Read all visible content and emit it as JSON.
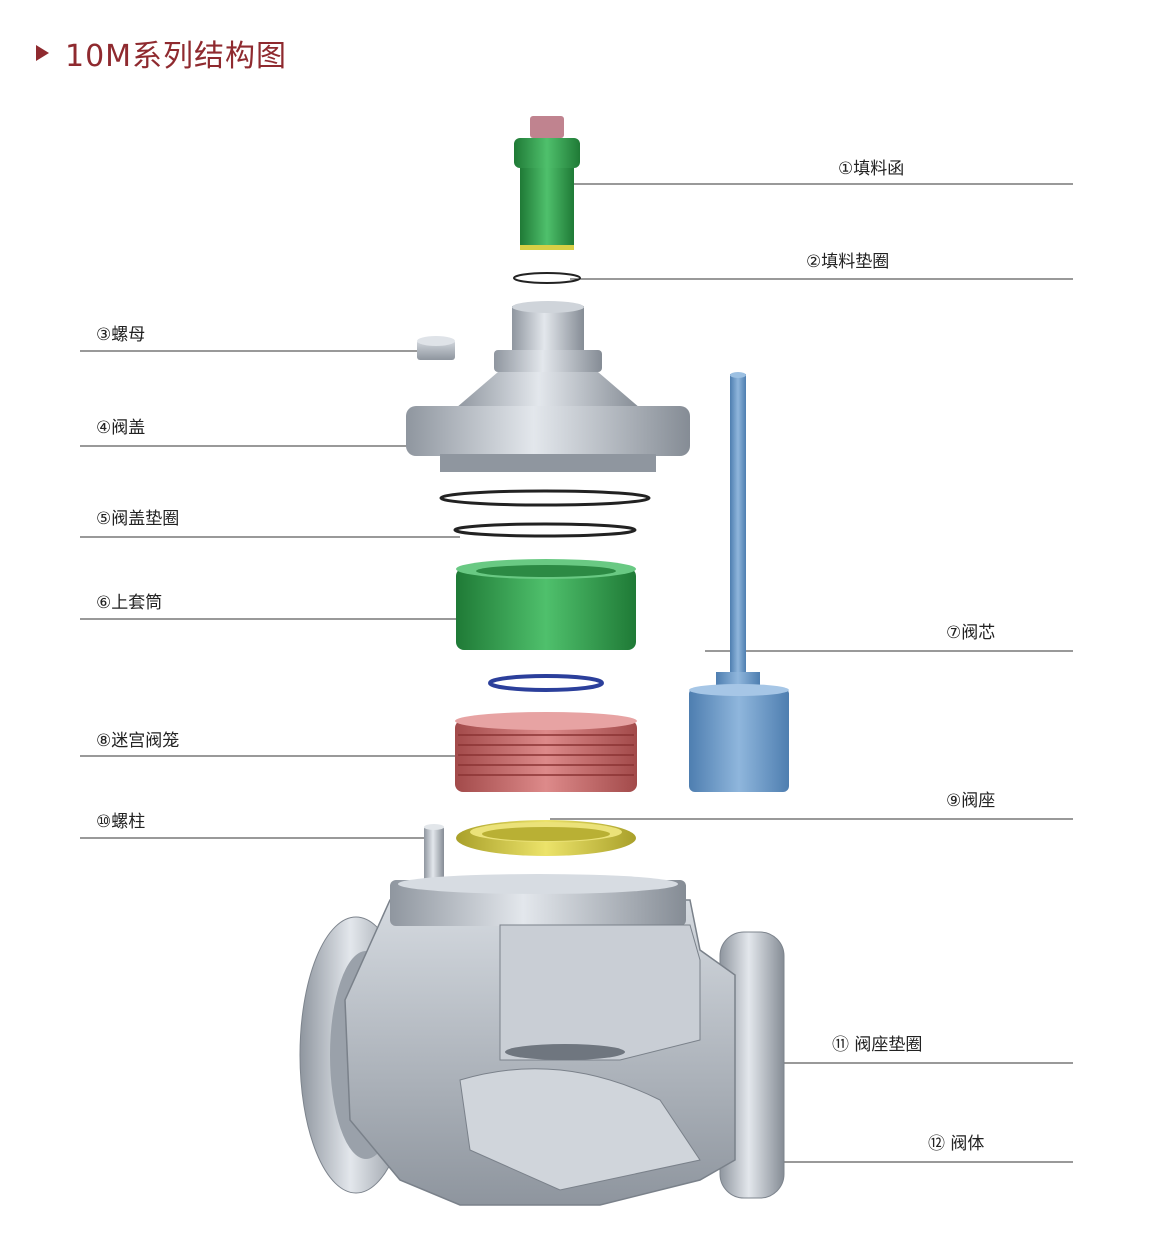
{
  "header": {
    "title": "10M系列结构图"
  },
  "labels": {
    "packing_box": "①填料函",
    "packing_gasket": "②填料垫圈",
    "nut": "③螺母",
    "bonnet": "④阀盖",
    "bonnet_gasket": "⑤阀盖垫圈",
    "upper_sleeve": "⑥上套筒",
    "valve_plug": "⑦阀芯",
    "labyrinth_cage": "⑧迷宫阀笼",
    "valve_seat": "⑨阀座",
    "stud": "⑩螺柱",
    "seat_gasket": "⑪ 阀座垫圈",
    "valve_body": "⑫ 阀体"
  },
  "colors": {
    "title": "#8f2a2f",
    "packing_box": "#2f9b4a",
    "sleeve": "#3aa15a",
    "plug": "#6e9ccc",
    "cage": "#c76a6a",
    "seat": "#d9cf45",
    "metal": "#b4bac3"
  }
}
